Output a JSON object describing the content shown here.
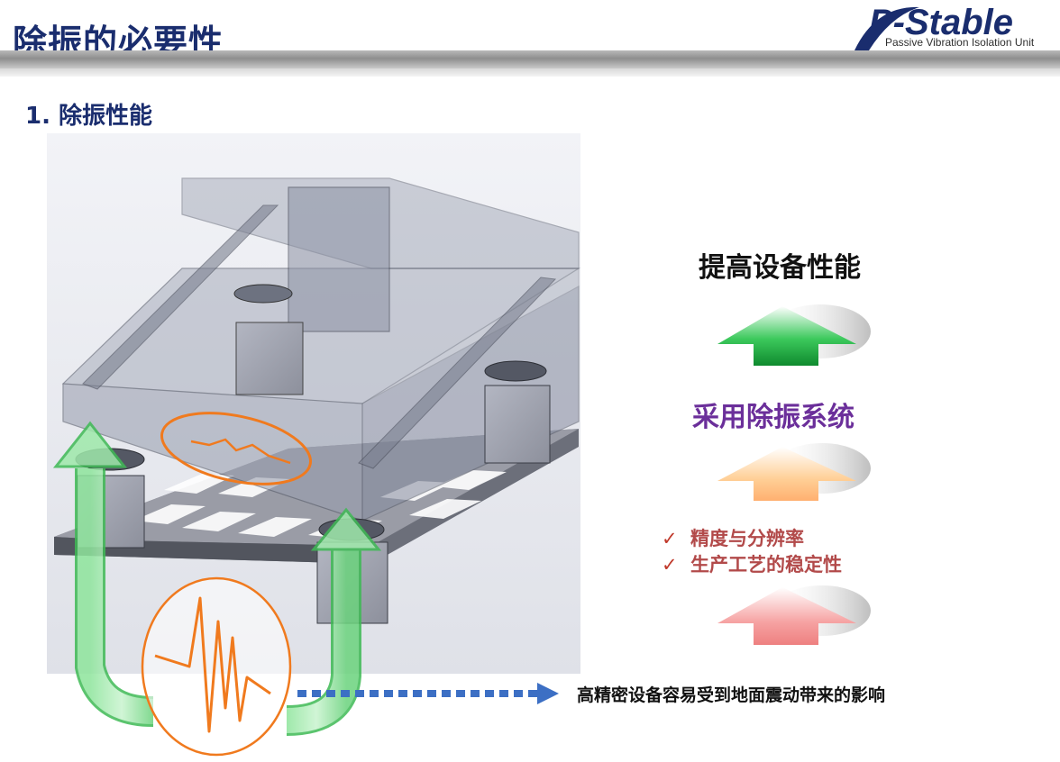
{
  "header": {
    "title": "除振的必要性",
    "logo_text": "P-Stable",
    "logo_tagline": "Passive Vibration Isolation Unit"
  },
  "section": {
    "heading": "1. 除振性能"
  },
  "diagram": {
    "improve_label": "提高设备性能",
    "system_label": "采用除振系统",
    "benefits": [
      "精度与分辨率",
      "生产工艺的稳定性"
    ],
    "check_glyph": "✓",
    "ground_effect": "高精密设备容易受到地面震动带来的影响"
  },
  "colors": {
    "title_blue": "#1a2d6e",
    "system_purple": "#6b2f9a",
    "benefit_red": "#b24a4a",
    "arrow_green": "#35c45a",
    "arrow_orange": "#ffbf80",
    "arrow_red": "#f28a8a",
    "dotted_blue": "#3c6fc4",
    "wave_orange": "#f07a1e"
  }
}
